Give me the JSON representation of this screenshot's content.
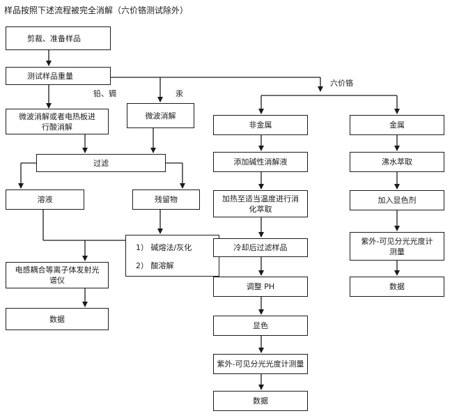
{
  "title": "样品按照下述流程被完全消解（六价铬测试除外）",
  "nodes": {
    "cut": "剪裁、准备样品",
    "weigh": "测试样品重量",
    "microwave_acid": "微波消解或者电热板进行酸消解",
    "microwave": "微波消解",
    "filter": "过滤",
    "solution": "溶液",
    "residue": "残留物",
    "icp": "电感耦合等离子体发射光谱仪",
    "data_left": "数据",
    "nonmetal": "非金属",
    "metal": "金属",
    "alkali_digest": "添加碱性消解液",
    "heat_extract": "加热至适当温度进行消化萃取",
    "cool_filter": "冷却后过滤样品",
    "adjust_ph": "调整 PH",
    "color": "显色",
    "uv_center": "紫外-可见分光光度计测量",
    "data_center": "数据",
    "boil_extract": "沸水萃取",
    "add_reagent": "加入显色剂",
    "uv_right": "紫外-可见分光光度计测量",
    "data_right": "数据"
  },
  "residue_steps": [
    "1）  碱熔法/灰化",
    "2）  酸溶解"
  ],
  "branch_labels": {
    "lead_cadmium": "铅、镉",
    "mercury": "汞",
    "chromium6": "六价铬"
  }
}
